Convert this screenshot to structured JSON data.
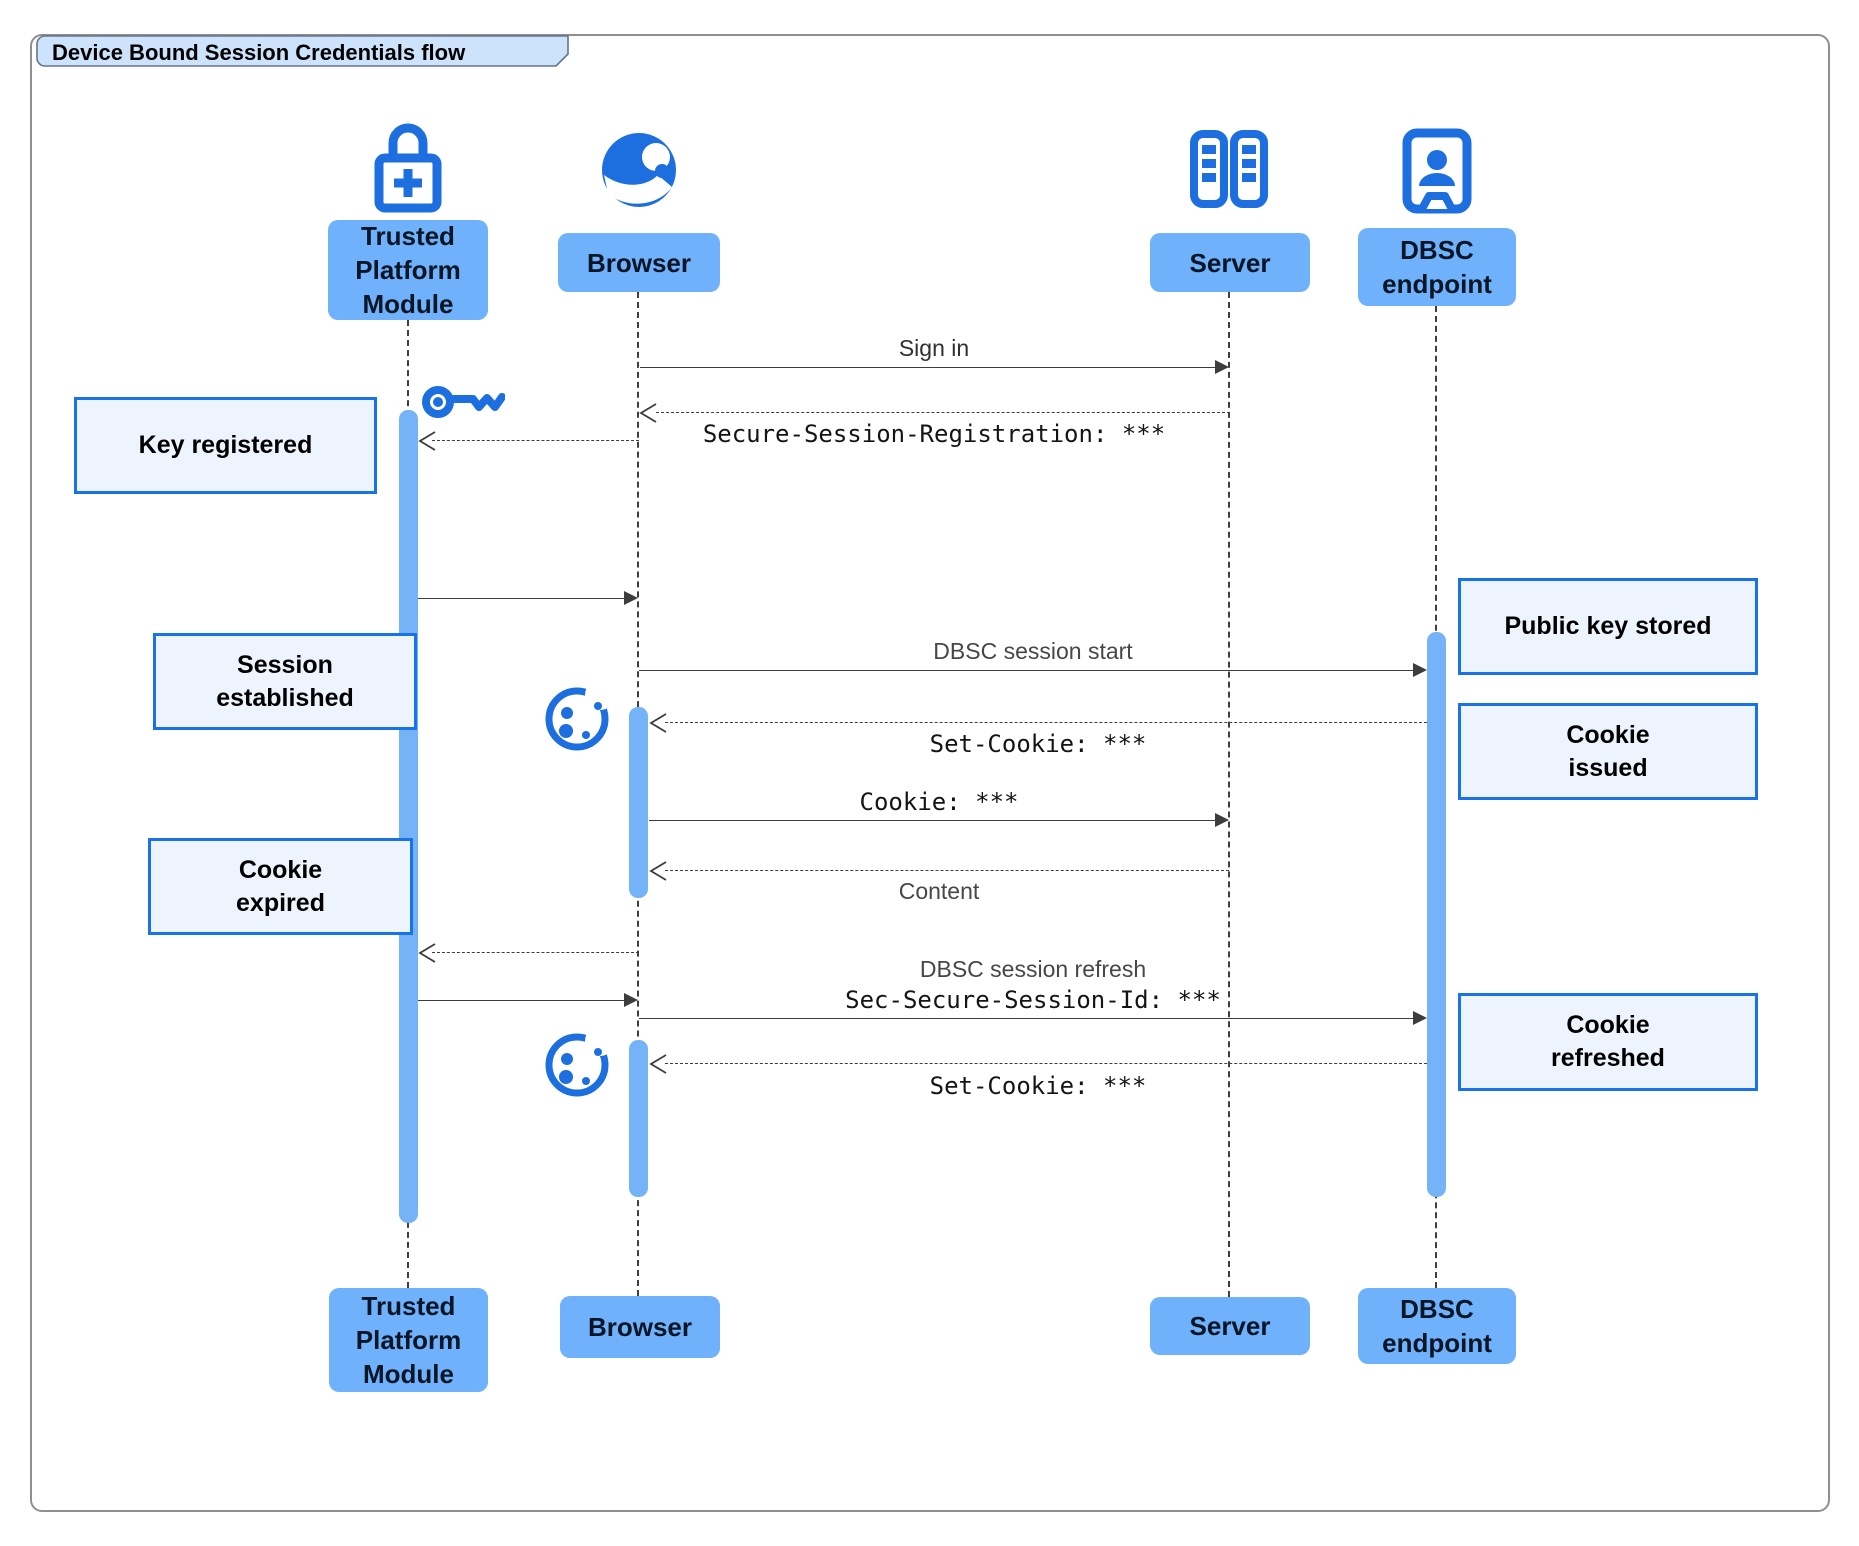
{
  "title": "Device Bound Session Credentials flow",
  "participants": {
    "tpm": {
      "label": "Trusted Platform Module",
      "icon": "lock-plus-icon"
    },
    "browser": {
      "label": "Browser",
      "icon": "globe-icon"
    },
    "server": {
      "label": "Server",
      "icon": "server-rack-icon"
    },
    "dbsc": {
      "label": "DBSC endpoint",
      "icon": "badge-person-icon"
    }
  },
  "messages": {
    "sign_in": "Sign in",
    "secure_session_registration": "Secure-Session-Registration: ***",
    "dbsc_session_start": "DBSC session start",
    "set_cookie_first": "Set-Cookie: ***",
    "cookie": "Cookie: ***",
    "content": "Content",
    "dbsc_session_refresh": "DBSC session refresh",
    "sec_secure_session_id": "Sec-Secure-Session-Id: ***",
    "set_cookie_second": "Set-Cookie: ***"
  },
  "notes": {
    "key_registered": "Key registered",
    "session_established": "Session established",
    "public_key_stored": "Public key stored",
    "cookie_issued": "Cookie issued",
    "cookie_expired": "Cookie expired",
    "cookie_refreshed": "Cookie refreshed"
  },
  "icons": {
    "tpm": "lock-plus-icon",
    "browser": "globe-icon",
    "server": "server-rack-icon",
    "dbsc_endpoint": "badge-person-icon",
    "key": "key-icon",
    "cookie": "cookie-icon"
  },
  "colors": {
    "icon_blue": "#1d6fe0",
    "actor_fill": "#6fb1fa",
    "activation_fill": "#74b3f8",
    "note_fill": "#eef4fd",
    "note_border": "#1a72e8",
    "title_fill": "#cde3fb",
    "line": "#3d3d3d"
  }
}
